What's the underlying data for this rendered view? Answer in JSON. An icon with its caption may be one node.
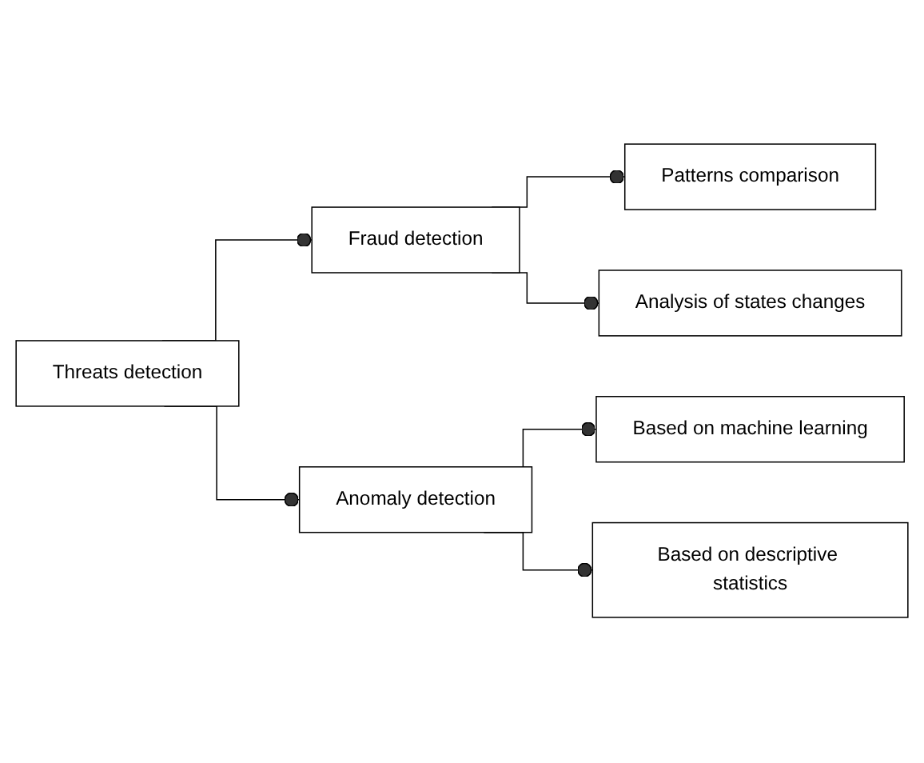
{
  "diagram": {
    "nodes": [
      {
        "text": [
          "Threats detection"
        ]
      },
      {
        "text": [
          "Fraud detection"
        ]
      },
      {
        "text": [
          "Patterns comparison"
        ]
      },
      {
        "text": [
          "Analysis of states changes"
        ]
      },
      {
        "text": [
          "Anomaly detection"
        ]
      },
      {
        "text": [
          "Based on machine learning"
        ]
      },
      {
        "text": [
          "Based on descriptive statistics"
        ]
      }
    ],
    "edges": [
      {
        "from": 0,
        "to": 1,
        "arrow": "other"
      },
      {
        "from": 1,
        "to": 2,
        "arrow": "other"
      },
      {
        "from": 1,
        "to": 3,
        "arrow": "other"
      },
      {
        "from": 0,
        "to": 4,
        "arrow": "other"
      },
      {
        "from": 4,
        "to": 5,
        "arrow": "other"
      },
      {
        "from": 4,
        "to": 6,
        "arrow": "other"
      }
    ]
  }
}
